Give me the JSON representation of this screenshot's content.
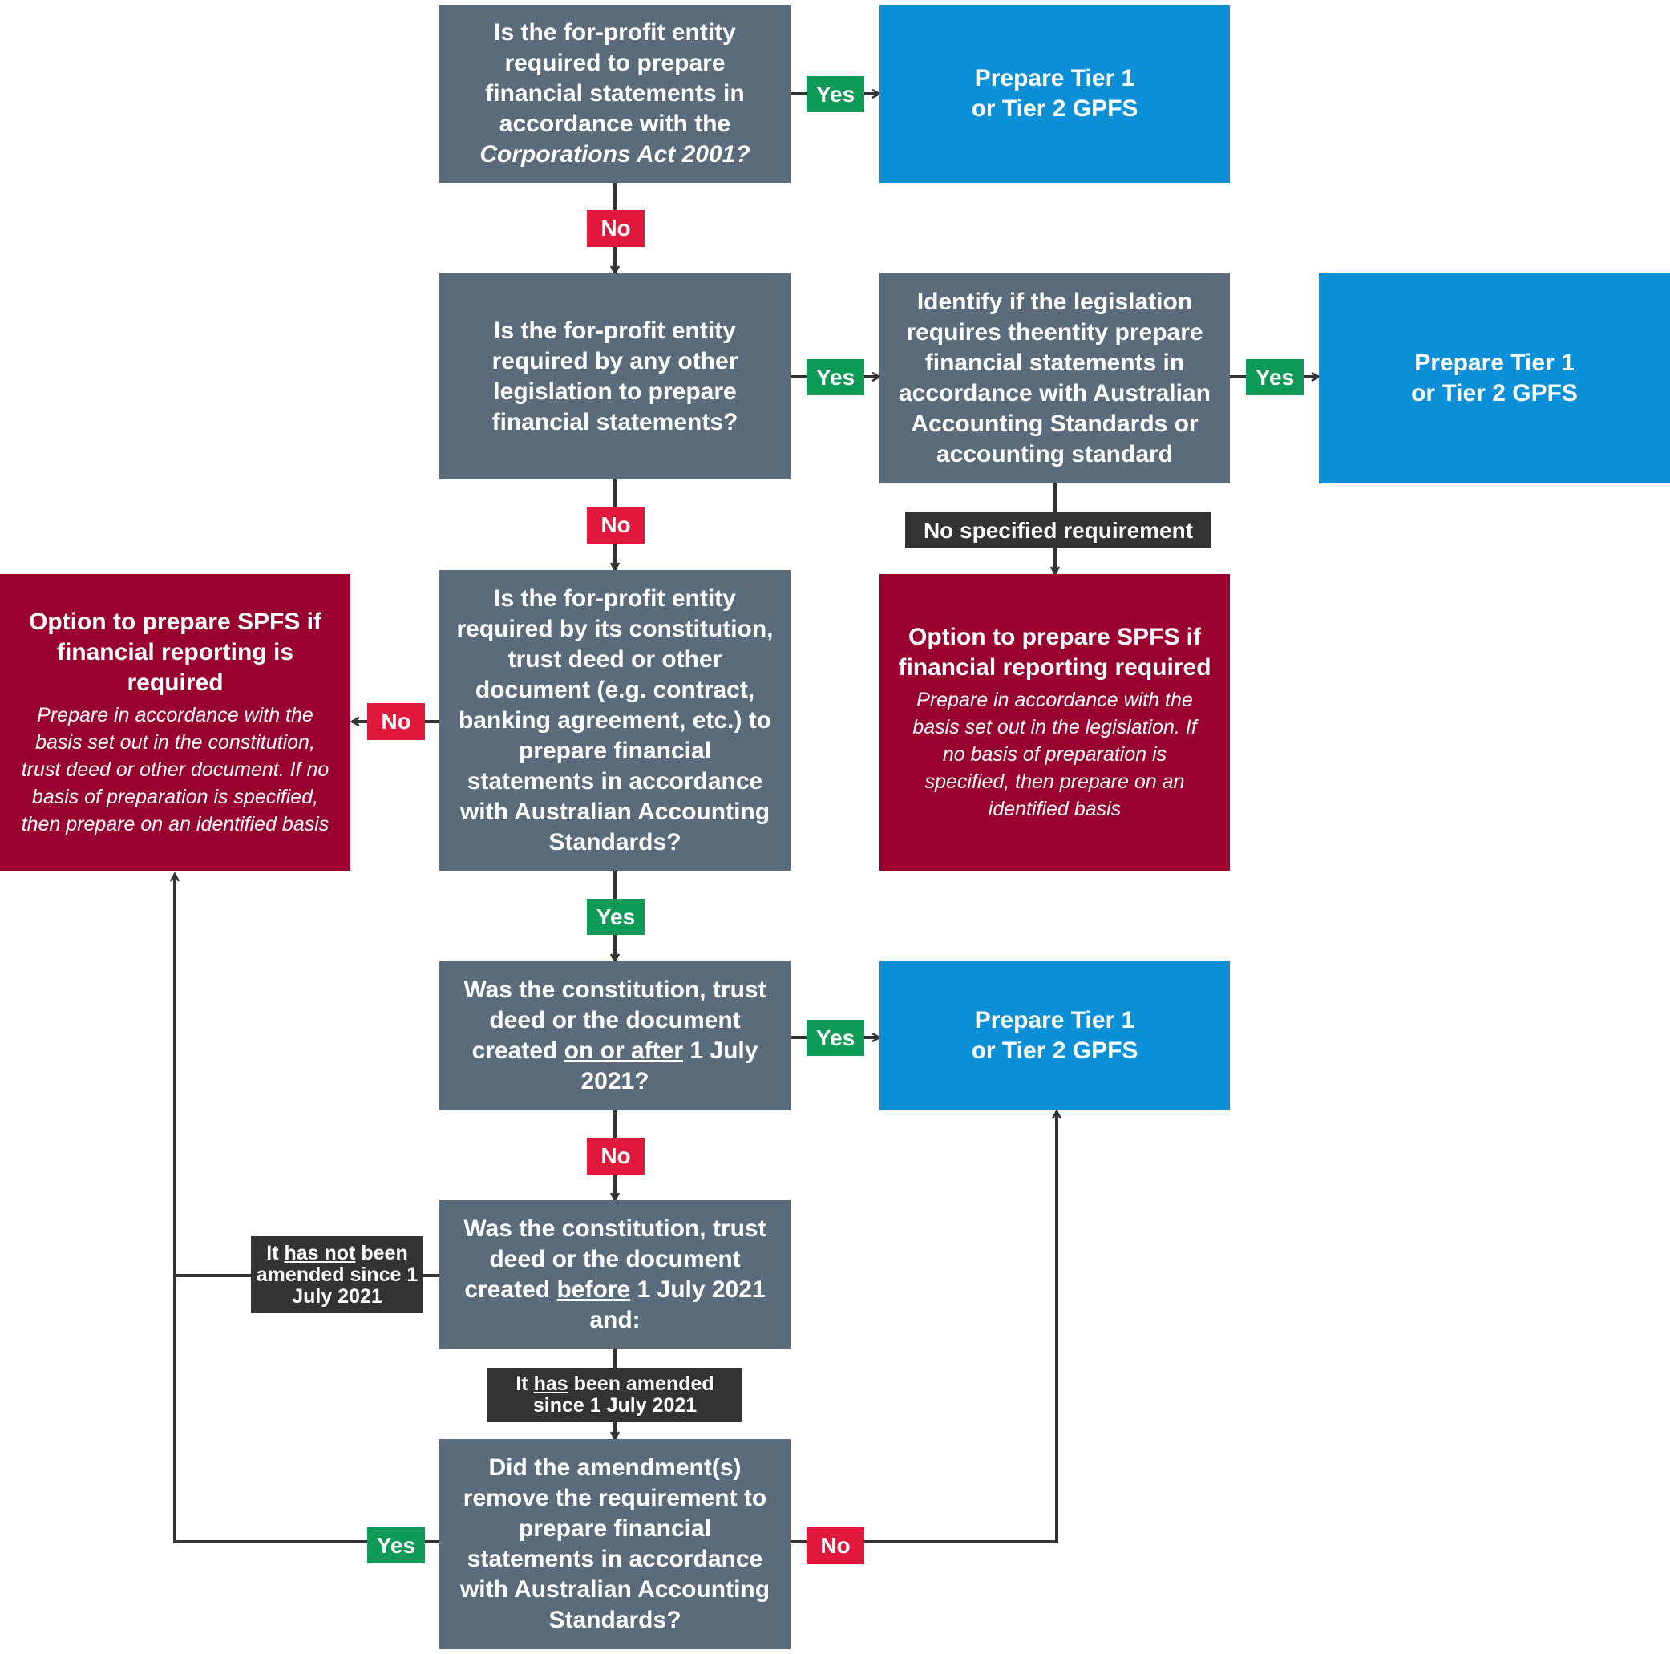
{
  "colors": {
    "question": "#5a6b7b",
    "outcome": "#0b8fd6",
    "spfs": "#99002e",
    "yes": "#0e9b57",
    "no": "#e0193c",
    "dark_label": "#333333",
    "connector": "#333333"
  },
  "q1": {
    "text": "Is the for-profit entity required to prepare financial statements in accordance with the",
    "act": "Corporations Act 2001?"
  },
  "q2": {
    "text": "Is the for-profit entity required by any other legislation to prepare financial statements?"
  },
  "q2b": {
    "text": "Identify if the legislation requires theentity prepare financial statements in accordance with Australian Accounting Standards or accounting standard"
  },
  "q3": {
    "text": "Is the for-profit entity required by its constitution, trust deed or other document (e.g. contract, banking agreement, etc.) to prepare financial statements in accordance with Australian Accounting Standards?"
  },
  "q4": {
    "text_a": "Was the constitution, trust deed or the document created",
    "underline": "on or after",
    "text_b": "1 July 2021?"
  },
  "q5": {
    "text_a": "Was the constitution, trust deed or the document created",
    "underline": "before",
    "text_b": "1 July 2021 and:"
  },
  "q6": {
    "text": "Did the amendment(s) remove the requirement to prepare financial statements in accordance with Australian Accounting Standards?"
  },
  "outcome": {
    "text": "Prepare Tier 1 or Tier 2 GPFS"
  },
  "spfs_left": {
    "title": "Option to prepare SPFS if financial reporting is required",
    "note": "Prepare in accordance with the basis set out in the constitution, trust deed or other document. If no basis of preparation is specified, then prepare on an identified basis"
  },
  "spfs_right": {
    "title": "Option to prepare SPFS if financial reporting required",
    "note": "Prepare in accordance with the basis set out in the legislation. If no basis of preparation is specified, then prepare on an identified basis"
  },
  "labels": {
    "yes": "Yes",
    "no": "No",
    "no_specified": "No specified requirement",
    "not_amended_a": "It",
    "not_amended_u": "has not",
    "not_amended_b": "been amended since 1 July 2021",
    "amended_a": "It",
    "amended_u": "has",
    "amended_b": "been amended since 1 July 2021"
  }
}
